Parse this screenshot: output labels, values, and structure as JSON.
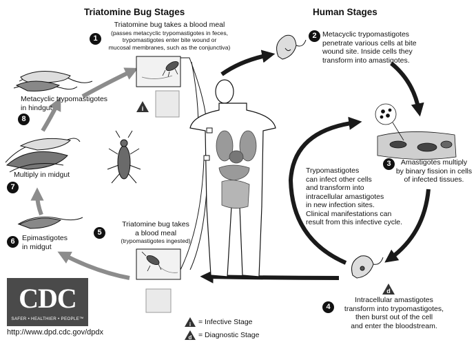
{
  "headers": {
    "bug": "Triatomine Bug Stages",
    "human": "Human Stages"
  },
  "steps": [
    {
      "num": "1",
      "title": "Triatomine bug takes a blood meal",
      "note": [
        "(passes metacyclic trypomastigotes in feces,",
        "trypomastigotes enter bite wound or",
        "mucosal membranes, such as the conjunctiva)"
      ]
    },
    {
      "num": "2",
      "lines": [
        "Metacyclic trypomastigotes",
        "penetrate various cells at bite",
        "wound site.  Inside cells they",
        "transform into amastigotes."
      ]
    },
    {
      "num": "3",
      "lines": [
        "Amastigotes multiply",
        "by binary fission in cells",
        "of infected tissues."
      ]
    },
    {
      "num": "4",
      "lines": [
        "Intracellular amastigotes",
        "transform into trypomastigotes,",
        "then burst out of the cell",
        "and enter the bloodstream."
      ]
    },
    {
      "num": "5",
      "lines": [
        "Triatomine bug takes",
        "a blood meal"
      ],
      "note": [
        "(trypomastigotes ingested)"
      ]
    },
    {
      "num": "6",
      "lines": [
        "Epimastigotes",
        "in midgut"
      ]
    },
    {
      "num": "7",
      "lines": [
        "Multiply in midgut"
      ]
    },
    {
      "num": "8",
      "lines": [
        "Metacyclic trypomastigotes",
        "in hindgut"
      ]
    }
  ],
  "center_text": [
    "Trypomastigotes",
    "can infect other cells",
    "and transform into",
    "intracellular amastigotes",
    "in new infection sites.",
    "Clinical manifestations can",
    "result from this infective cycle."
  ],
  "markers": {
    "infective": "i",
    "diagnostic": "d"
  },
  "legend": {
    "infective": "= Infective Stage",
    "diagnostic": "= Diagnostic Stage"
  },
  "logo": {
    "word": "CDC",
    "tagline": "SAFER • HEALTHIER • PEOPLE™"
  },
  "url": "http://www.dpd.cdc.gov/dpdx",
  "colors": {
    "arrow": "#8c8c8c",
    "dark_arrow": "#1a1a1a",
    "ink": "#111111",
    "organ": "#9a9a9a"
  }
}
